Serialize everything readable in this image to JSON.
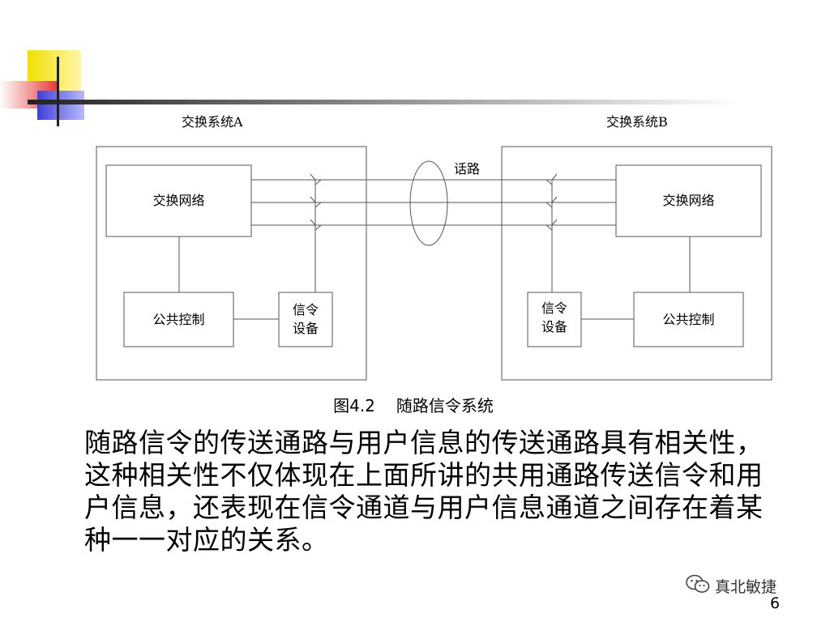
{
  "diagram": {
    "system_a_title": "交换系统A",
    "system_b_title": "交换系统B",
    "switch_network_a": "交换网络",
    "switch_network_b": "交换网络",
    "common_control_a": "公共控制",
    "common_control_b": "公共控制",
    "signal_device_a": [
      "信令",
      "设备"
    ],
    "signal_device_b": [
      "信令",
      "设备"
    ],
    "voice_path_label": "话路"
  },
  "caption": {
    "number": "图4.2",
    "title": "随路信令系统"
  },
  "body_text": "随路信令的传送通路与用户信息的传送通路具有相关性，这种相关性不仅体现在上面所讲的共用通路传送信令和用户信息，还表现在信令通道与用户信息通道之间存在着某种一一对应的关系。",
  "watermark": {
    "icon": "wechat-icon",
    "text": "真北敏捷"
  },
  "page_number": "6"
}
